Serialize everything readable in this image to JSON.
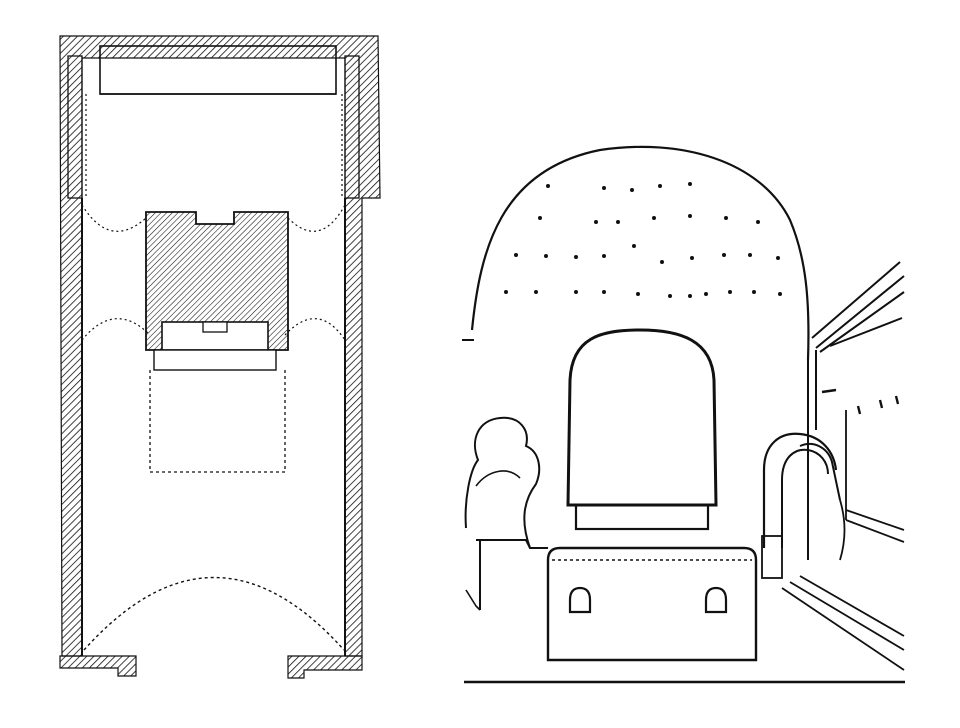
{
  "figure": {
    "panels": [
      {
        "id": "plan",
        "description_kind": "floor-plan"
      },
      {
        "id": "view",
        "description_kind": "interior-perspective"
      }
    ],
    "colors": {
      "ink": "#111111",
      "paper": "#ffffff"
    }
  }
}
